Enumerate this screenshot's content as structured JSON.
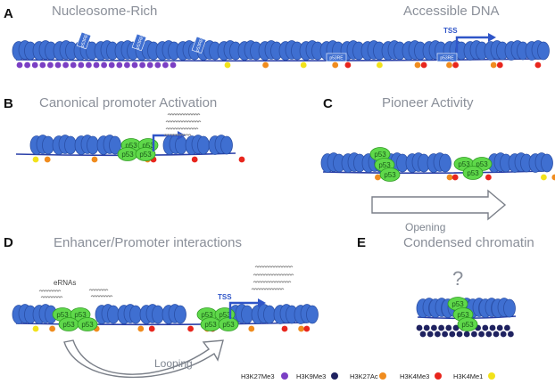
{
  "panels": {
    "A": {
      "letter": "A",
      "title_left": "Nucleosome-Rich",
      "title_right": "Accessible DNA",
      "tss": "TSS",
      "boxes": [
        "p53RE",
        "p53RE",
        "p53RE",
        "p53RE",
        "p53RE"
      ]
    },
    "B": {
      "letter": "B",
      "title": "Canonical promoter Activation",
      "p53": [
        "p53",
        "p53",
        "p53",
        "p53"
      ]
    },
    "C": {
      "letter": "C",
      "title": "Pioneer Activity",
      "p53": [
        "p53",
        "p53",
        "p53",
        "p53",
        "p53",
        "p53"
      ],
      "arrow_label": "Opening"
    },
    "D": {
      "letter": "D",
      "title": "Enhancer/Promoter interactions",
      "erna": "eRNAs",
      "tss": "TSS",
      "arrow_label": "Looping",
      "p53": [
        "p53",
        "p53",
        "p53",
        "p53",
        "p53",
        "p53",
        "p53",
        "p53"
      ]
    },
    "E": {
      "letter": "E",
      "title": "Condensed chromatin",
      "question": "?",
      "p53": [
        "p53",
        "p53",
        "p53"
      ]
    }
  },
  "legend": [
    {
      "label": "H3K27Me3",
      "color": "#7b3fc4"
    },
    {
      "label": "H3K9Me3",
      "color": "#1f2260"
    },
    {
      "label": "H3K27Ac",
      "color": "#f08c1e"
    },
    {
      "label": "H3K4Me3",
      "color": "#e8261d"
    },
    {
      "label": "H3K4Me1",
      "color": "#f2e21a"
    }
  ],
  "colors": {
    "nucleosome": "#3f6fd1",
    "nucleosome_dark": "#2a4fa6",
    "dna": "#2a3fa8",
    "arrow": "#2f55c8",
    "p53": "#5fd84a",
    "p53_dark": "#2e9c22",
    "transcript": "#888888",
    "open_arrow": "#7a7f88"
  }
}
